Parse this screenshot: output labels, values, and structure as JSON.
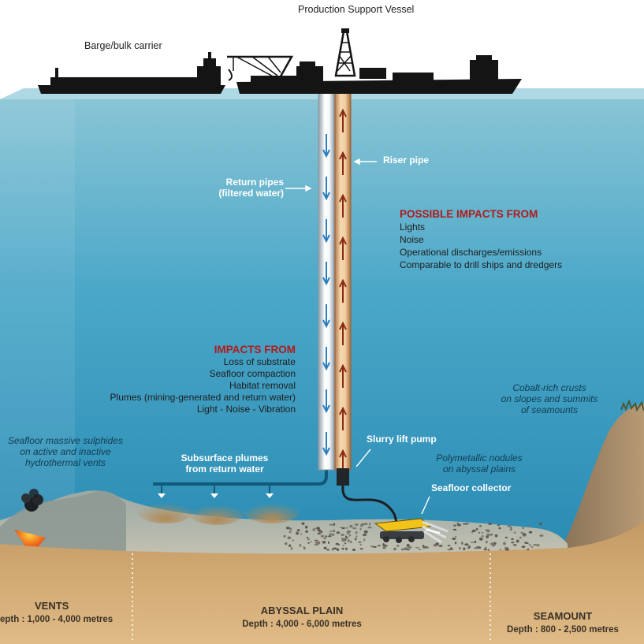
{
  "vessels": {
    "production_support": "Production Support Vessel",
    "barge": "Barge/bulk carrier"
  },
  "pipes": {
    "return_pipes": "Return pipes",
    "return_pipes_sub": "(filtered water)",
    "riser_pipe": "Riser pipe"
  },
  "surface_impacts": {
    "heading": "POSSIBLE IMPACTS FROM",
    "items": [
      "Lights",
      "Noise",
      "Operational discharges/emissions",
      "Comparable to drill ships and dredgers"
    ]
  },
  "seafloor_impacts": {
    "heading": "IMPACTS FROM",
    "items": [
      "Loss of substrate",
      "Seafloor compaction",
      "Habitat removal",
      "Plumes (mining-generated and return water)",
      "Light - Noise - Vibration"
    ]
  },
  "equipment": {
    "slurry_pump": "Slurry lift pump",
    "collector": "Seafloor collector",
    "plumes_line1": "Subsurface plumes",
    "plumes_line2": "from return water"
  },
  "deposits": {
    "sulphides": [
      "Seafloor massive sulphides",
      "on active and inactive",
      "hydrothermal vents"
    ],
    "crusts": [
      "Cobalt-rich crusts",
      "on slopes and summits",
      "of seamounts"
    ],
    "nodules": [
      "Polymetallic nodules",
      "on abyssal plains"
    ]
  },
  "zones": [
    {
      "name": "VENTS",
      "depth": "epth : 1,000 - 4,000 metres"
    },
    {
      "name": "ABYSSAL PLAIN",
      "depth": "Depth : 4,000 - 6,000 metres"
    },
    {
      "name": "SEAMOUNT",
      "depth": "Depth : 800 - 2,500 metres"
    }
  ],
  "colors": {
    "ocean_top": "#8cc6d6",
    "ocean_bottom": "#2b8cb4",
    "ground": "#cfa46c",
    "pipe_arrow_down": "#2a7fc0",
    "pipe_arrow_up": "#8b2a12",
    "heading_red": "#b11a1a"
  }
}
